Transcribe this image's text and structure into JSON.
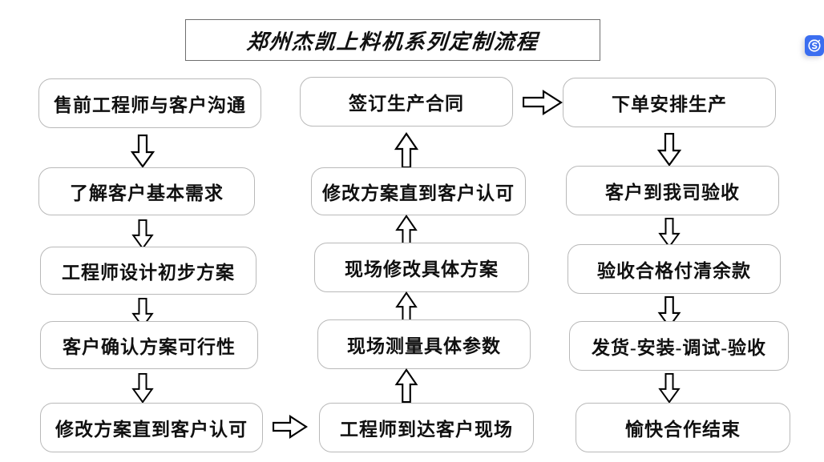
{
  "title": {
    "text": "郑州杰凯上料机系列定制流程"
  },
  "watermark": {
    "icon": "blue-s-badge-icon"
  },
  "columns": [
    {
      "id": "column-1",
      "nodes": [
        {
          "id": "node-1-1",
          "label": "售前工程师与客户沟通"
        },
        {
          "id": "node-1-2",
          "label": "了解客户基本需求"
        },
        {
          "id": "node-1-3",
          "label": "工程师设计初步方案"
        },
        {
          "id": "node-1-4",
          "label": "客户确认方案可行性"
        },
        {
          "id": "node-1-5",
          "label": "修改方案直到客户认可"
        }
      ]
    },
    {
      "id": "column-2",
      "nodes": [
        {
          "id": "node-2-1",
          "label": "签订生产合同"
        },
        {
          "id": "node-2-2",
          "label": "修改方案直到客户认可"
        },
        {
          "id": "node-2-3",
          "label": "现场修改具体方案"
        },
        {
          "id": "node-2-4",
          "label": "现场测量具体参数"
        },
        {
          "id": "node-2-5",
          "label": "工程师到达客户现场"
        }
      ]
    },
    {
      "id": "column-3",
      "nodes": [
        {
          "id": "node-3-1",
          "label": "下单安排生产"
        },
        {
          "id": "node-3-2",
          "label": "客户到我司验收"
        },
        {
          "id": "node-3-3",
          "label": "验收合格付清余款"
        },
        {
          "id": "node-3-4",
          "label": "发货-安装-调试-验收"
        },
        {
          "id": "node-3-5",
          "label": "愉快合作结束"
        }
      ]
    }
  ],
  "arrows": [
    {
      "id": "arrow-c1-1",
      "direction": "down"
    },
    {
      "id": "arrow-c1-2",
      "direction": "down"
    },
    {
      "id": "arrow-c1-3",
      "direction": "down"
    },
    {
      "id": "arrow-c1-4",
      "direction": "down"
    },
    {
      "id": "arrow-c1-to-c2",
      "direction": "right"
    },
    {
      "id": "arrow-c2-1",
      "direction": "up"
    },
    {
      "id": "arrow-c2-2",
      "direction": "up"
    },
    {
      "id": "arrow-c2-3",
      "direction": "up"
    },
    {
      "id": "arrow-c2-4",
      "direction": "up"
    },
    {
      "id": "arrow-c2-to-c3",
      "direction": "right"
    },
    {
      "id": "arrow-c3-1",
      "direction": "down"
    },
    {
      "id": "arrow-c3-2",
      "direction": "down"
    },
    {
      "id": "arrow-c3-3",
      "direction": "down"
    },
    {
      "id": "arrow-c3-4",
      "direction": "down"
    }
  ]
}
